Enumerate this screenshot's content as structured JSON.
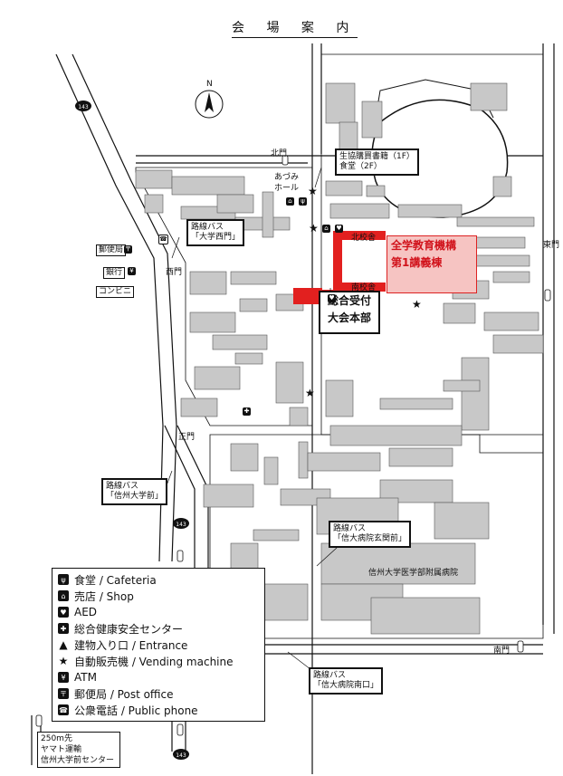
{
  "title": "会 場 案 内",
  "gates": {
    "north": "北門",
    "west": "西門",
    "main": "正門",
    "east": "東門",
    "south": "南門"
  },
  "highlight_building": {
    "line1": "全学教育機構",
    "line2": "第1講義棟"
  },
  "reception": {
    "line1": "総合受付",
    "line2": "大会本部"
  },
  "building_labels": {
    "north_school": "北校舎",
    "south_school": "南校舎",
    "azumi_line1": "あづみ",
    "azumi_line2": "ホール",
    "hospital": "信州大学医学部附属病院",
    "post_office": "郵便局",
    "bank": "銀行",
    "convenience": "コンビニ"
  },
  "coop_tag": {
    "line1": "生協購買書籍（1F）",
    "line2": "食堂（2F）"
  },
  "bus_stops": [
    {
      "line1": "路線バス",
      "line2": "「大学西門」"
    },
    {
      "line1": "路線バス",
      "line2": "「信州大学前」"
    },
    {
      "line1": "路線バス",
      "line2": "「信大病院玄関前」"
    },
    {
      "line1": "路線バス",
      "line2": "「信大病院南口」"
    }
  ],
  "route_numbers": [
    "143",
    "143",
    "143"
  ],
  "north_arrow": "N",
  "legend": [
    {
      "icon": "cafeteria-icon",
      "glyph": "🍴",
      "label": "食堂 / Cafeteria"
    },
    {
      "icon": "shop-icon",
      "glyph": "⌂",
      "label": "売店 / Shop"
    },
    {
      "icon": "aed-icon",
      "glyph": "♥",
      "label": "AED"
    },
    {
      "icon": "health-center-icon",
      "glyph": "✚",
      "label": "総合健康安全センター"
    },
    {
      "icon": "entrance-icon",
      "glyph": "▲",
      "label": "建物入り口 / Entrance"
    },
    {
      "icon": "vending-machine-icon",
      "glyph": "★",
      "label": "自動販売機 / Vending machine"
    },
    {
      "icon": "atm-icon",
      "glyph": "¥",
      "label": "ATM"
    },
    {
      "icon": "post-office-icon",
      "glyph": "〒",
      "label": "郵便局 / Post office"
    },
    {
      "icon": "public-phone-icon",
      "glyph": "☎",
      "label": "公衆電話 / Public phone"
    }
  ],
  "depot": {
    "line1": "250m先",
    "line2": "ヤマト運輸",
    "line3": "信州大学前センター"
  },
  "colors": {
    "building": "#c8c8c8",
    "highlight": "#f6c4c2",
    "highlight_text": "#d1121b",
    "red_building": "#e2201f"
  }
}
